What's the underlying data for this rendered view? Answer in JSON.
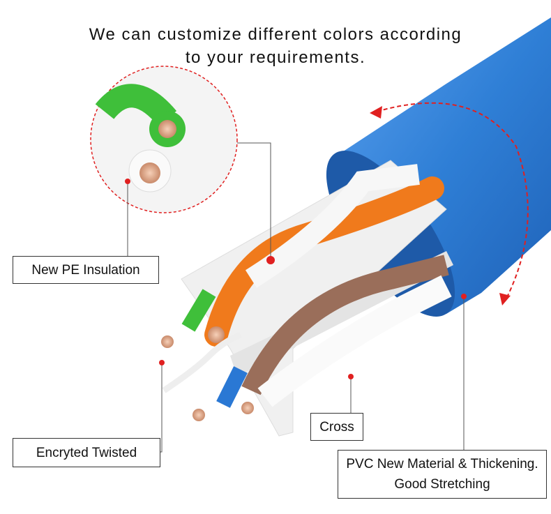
{
  "headline": {
    "line1": "We can customize different colors according",
    "line2": "to your requirements."
  },
  "labels": {
    "pe_insulation": "New PE Insulation",
    "twisted": "Encryted Twisted",
    "cross": "Cross",
    "pvc_line1": "PVC New Material & Thickening.",
    "pvc_line2": "Good Stretching"
  },
  "colors": {
    "jacket": "#2f7fd6",
    "accent": "#e02020",
    "orange": "#f07a1c",
    "green": "#3fbf3a",
    "brown": "#9a6e5a"
  }
}
